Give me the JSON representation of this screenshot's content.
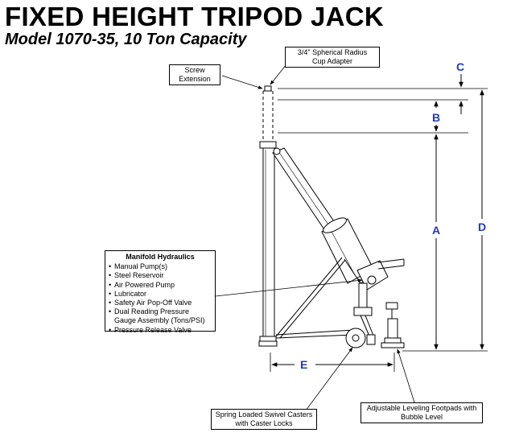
{
  "title": "FIXED HEIGHT TRIPOD JACK",
  "subtitle": "Model 1070-35, 10 Ton Capacity",
  "callouts": {
    "screw_extension": [
      "Screw",
      "Extension"
    ],
    "cup_adapter": [
      "3/4\" Spherical Radius",
      "Cup Adapter"
    ],
    "casters": [
      "Spring Loaded Swivel Casters",
      "with Caster Locks"
    ],
    "footpads": [
      "Adjustable Leveling Footpads with",
      "Bubble Level"
    ]
  },
  "manifold": {
    "heading": "Manifold Hydraulics",
    "items": [
      "Manual Pump(s)",
      "Steel Reservoir",
      "Air Powered Pump",
      "Lubricator",
      "Safety Air Pop-Off Valve",
      "Dual Reading Pressure",
      "Gauge Assembly (Tons/PSI)",
      "Pressure Release Valve"
    ]
  },
  "dimensions": {
    "a": "A",
    "b": "B",
    "c": "C",
    "d": "D",
    "e": "E"
  },
  "colors": {
    "dimension_label": "#1f3bbf",
    "line": "#000000"
  }
}
